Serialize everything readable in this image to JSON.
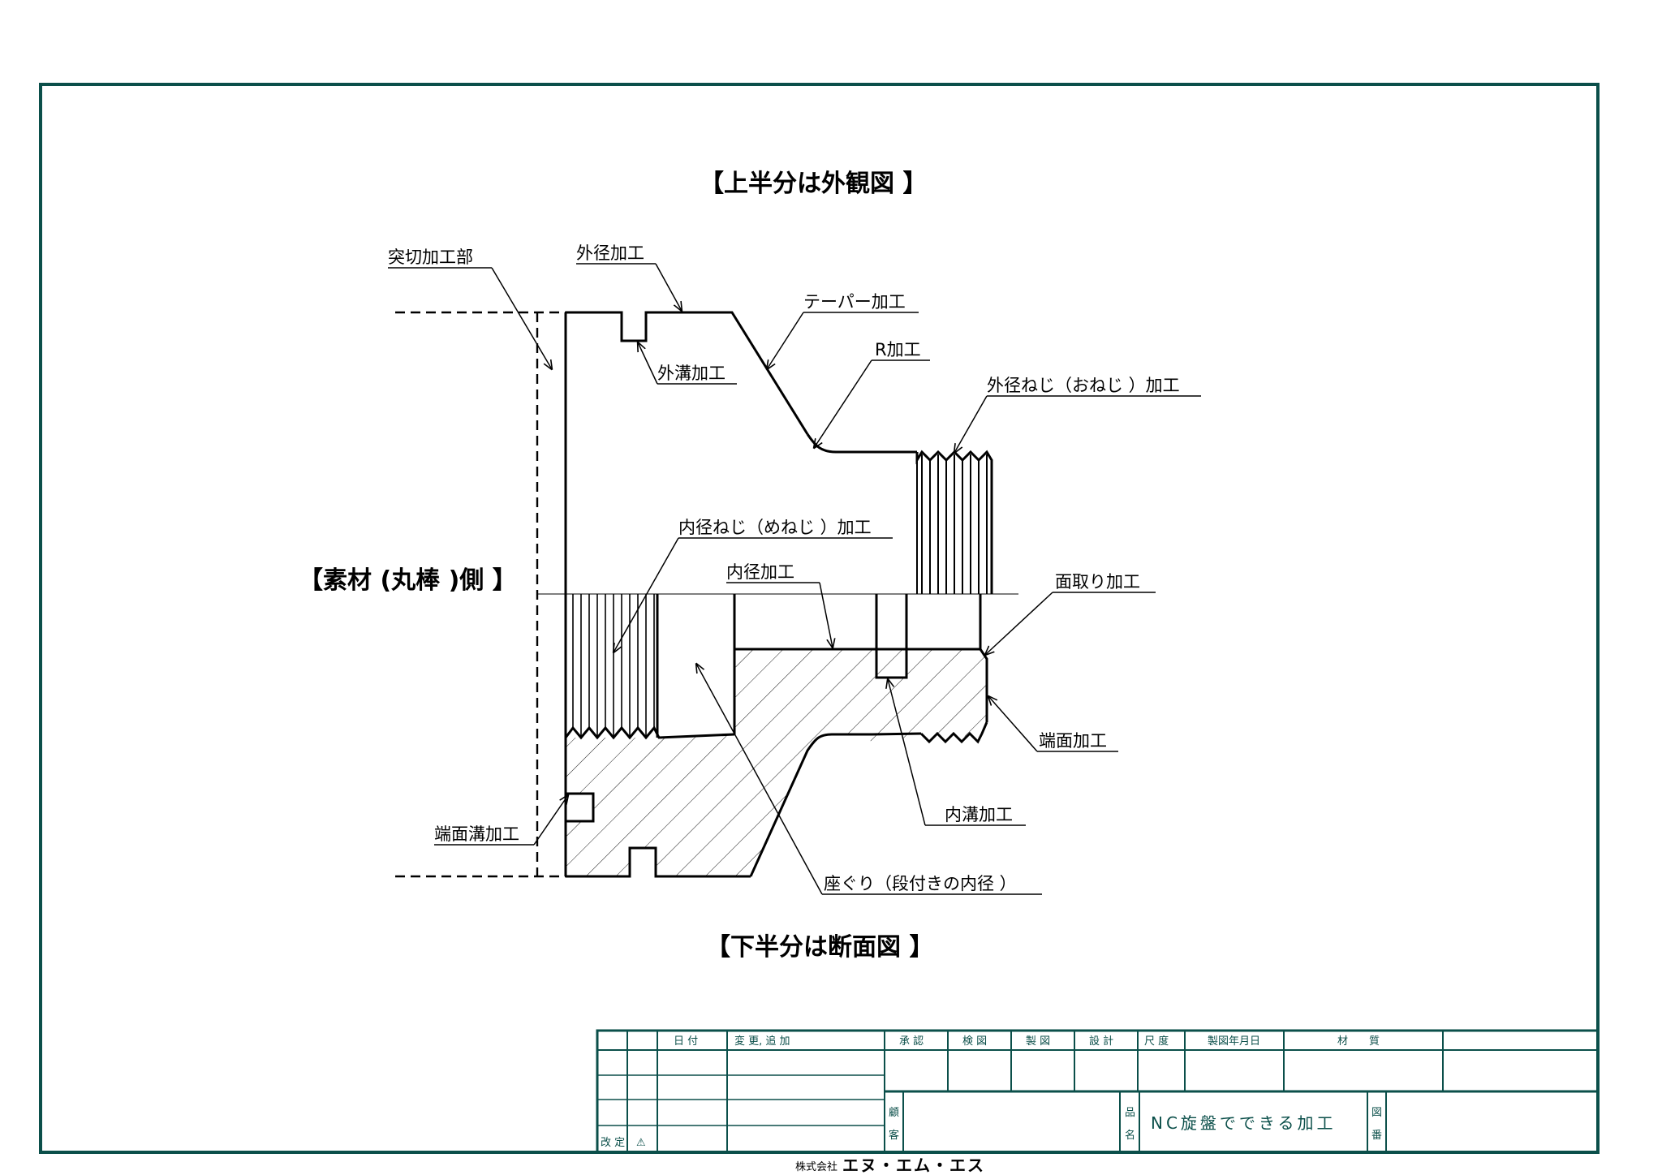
{
  "headers": {
    "top": "【上半分は外観図 】",
    "bottom": "【下半分は断面図 】",
    "material": "【素材 (丸棒 )側 】"
  },
  "labels": {
    "cutoff": "突切加工部",
    "od": "外径加工",
    "taper": "テーパー加工",
    "od_groove": "外溝加工",
    "r": "R加工",
    "od_thread": "外径ねじ（おねじ ）加工",
    "id_thread": "内径ねじ（めねじ ）加工",
    "id": "内径加工",
    "chamfer": "面取り加工",
    "face": "端面加工",
    "id_groove": "内溝加工",
    "face_groove": "端面溝加工",
    "counterbore": "座ぐり（段付きの内径 ）"
  },
  "title_block": {
    "hiduke": "日 付",
    "henkou": "変 更, 追 加",
    "shounin": "承 認",
    "kenzu": "検 図",
    "seizu": "製 図",
    "sekkei": "設 計",
    "shakudo": "尺 度",
    "seizu_date": "製図年月日",
    "zaishitsu": "材　　質",
    "kaitei": "改 定",
    "kaitei_mark": "⚠",
    "kokyaku_1": "顧",
    "kokyaku_2": "客",
    "hinmei_1": "品",
    "hinmei_2": "名",
    "zuban_1": "図",
    "zuban_2": "番",
    "part_name": "NC旋盤でできる加工"
  },
  "company": {
    "prefix": "株式会社",
    "name": "エヌ・エム・エス"
  },
  "colors": {
    "frame": "#0b4f4a",
    "ink": "#000000"
  }
}
